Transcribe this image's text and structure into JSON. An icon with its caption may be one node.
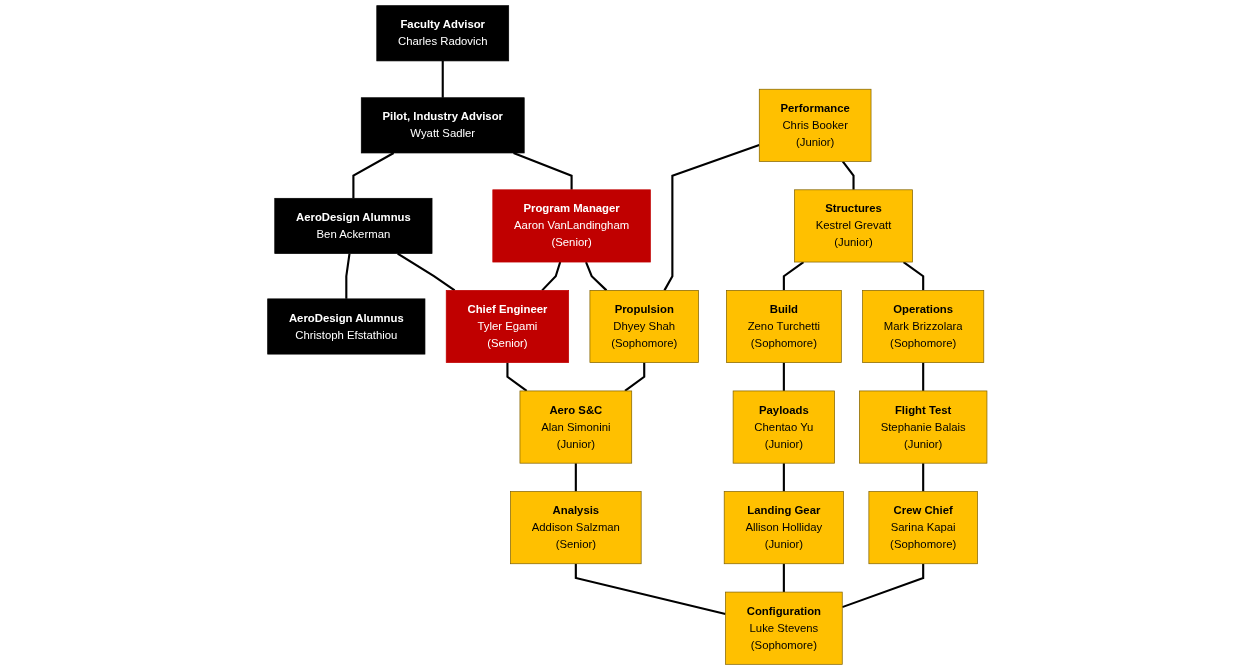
{
  "diagram": {
    "nodes": [
      {
        "text": [
          "Faculty Advisor",
          "Charles Radovich"
        ]
      },
      {
        "text": [
          "Pilot, Industry Advisor",
          "Wyatt Sadler"
        ]
      },
      {
        "text": [
          "AeroDesign Alumnus",
          "Ben Ackerman"
        ]
      },
      {
        "text": [
          "AeroDesign Alumnus",
          "Christoph Efstathiou"
        ]
      },
      {
        "text": [
          "Program Manager",
          "Aaron VanLandingham",
          "(Senior)"
        ]
      },
      {
        "text": [
          "Chief Engineer",
          "Tyler Egami",
          "(Senior)"
        ]
      },
      {
        "text": [
          "Performance",
          "Chris Booker",
          "(Junior)"
        ]
      },
      {
        "text": [
          "Propulsion",
          "Dhyey Shah",
          "(Sophomore)"
        ]
      },
      {
        "text": [
          "Aero S&C",
          "Alan Simonini",
          "(Junior)"
        ]
      },
      {
        "text": [
          "Analysis",
          "Addison Salzman",
          "(Senior)"
        ]
      },
      {
        "text": [
          "Structures",
          "Kestrel Grevatt",
          "(Junior)"
        ]
      },
      {
        "text": [
          "Build",
          "Zeno Turchetti",
          "(Sophomore)"
        ]
      },
      {
        "text": [
          "Payloads",
          "Chentao Yu",
          "(Junior)"
        ]
      },
      {
        "text": [
          "Landing Gear",
          "Allison Holliday",
          "(Junior)"
        ]
      },
      {
        "text": [
          "Configuration",
          "Luke Stevens",
          "(Sophomore)"
        ]
      },
      {
        "text": [
          "Operations",
          "Mark Brizzolara",
          "(Sophomore)"
        ]
      },
      {
        "text": [
          "Flight Test",
          "Stephanie Balais",
          "(Junior)"
        ]
      },
      {
        "text": [
          "Crew Chief",
          "Sarina Kapai",
          "(Sophomore)"
        ]
      }
    ],
    "edges": [
      {
        "from": 0,
        "to": 1,
        "arrow": "none"
      },
      {
        "from": 1,
        "to": 2,
        "arrow": "none"
      },
      {
        "from": 2,
        "to": 3,
        "arrow": "none"
      },
      {
        "from": 1,
        "to": 4,
        "arrow": "none"
      },
      {
        "from": 2,
        "to": 5,
        "arrow": "none"
      },
      {
        "from": 4,
        "to": 5,
        "arrow": "none"
      },
      {
        "from": 4,
        "to": 7,
        "arrow": "none"
      },
      {
        "from": 5,
        "to": 8,
        "arrow": "none"
      },
      {
        "from": 7,
        "to": 8,
        "arrow": "none"
      },
      {
        "from": 6,
        "to": 7,
        "arrow": "none"
      },
      {
        "from": 8,
        "to": 9,
        "arrow": "none"
      },
      {
        "from": 6,
        "to": 10,
        "arrow": "none"
      },
      {
        "from": 9,
        "to": 14,
        "arrow": "none"
      },
      {
        "from": 10,
        "to": 11,
        "arrow": "none"
      },
      {
        "from": 11,
        "to": 12,
        "arrow": "none"
      },
      {
        "from": 12,
        "to": 13,
        "arrow": "none"
      },
      {
        "from": 13,
        "to": 14,
        "arrow": "none"
      },
      {
        "from": 10,
        "to": 15,
        "arrow": "none"
      },
      {
        "from": 15,
        "to": 16,
        "arrow": "none"
      },
      {
        "from": 16,
        "to": 17,
        "arrow": "none"
      },
      {
        "from": 17,
        "to": 14,
        "arrow": "none"
      }
    ]
  }
}
